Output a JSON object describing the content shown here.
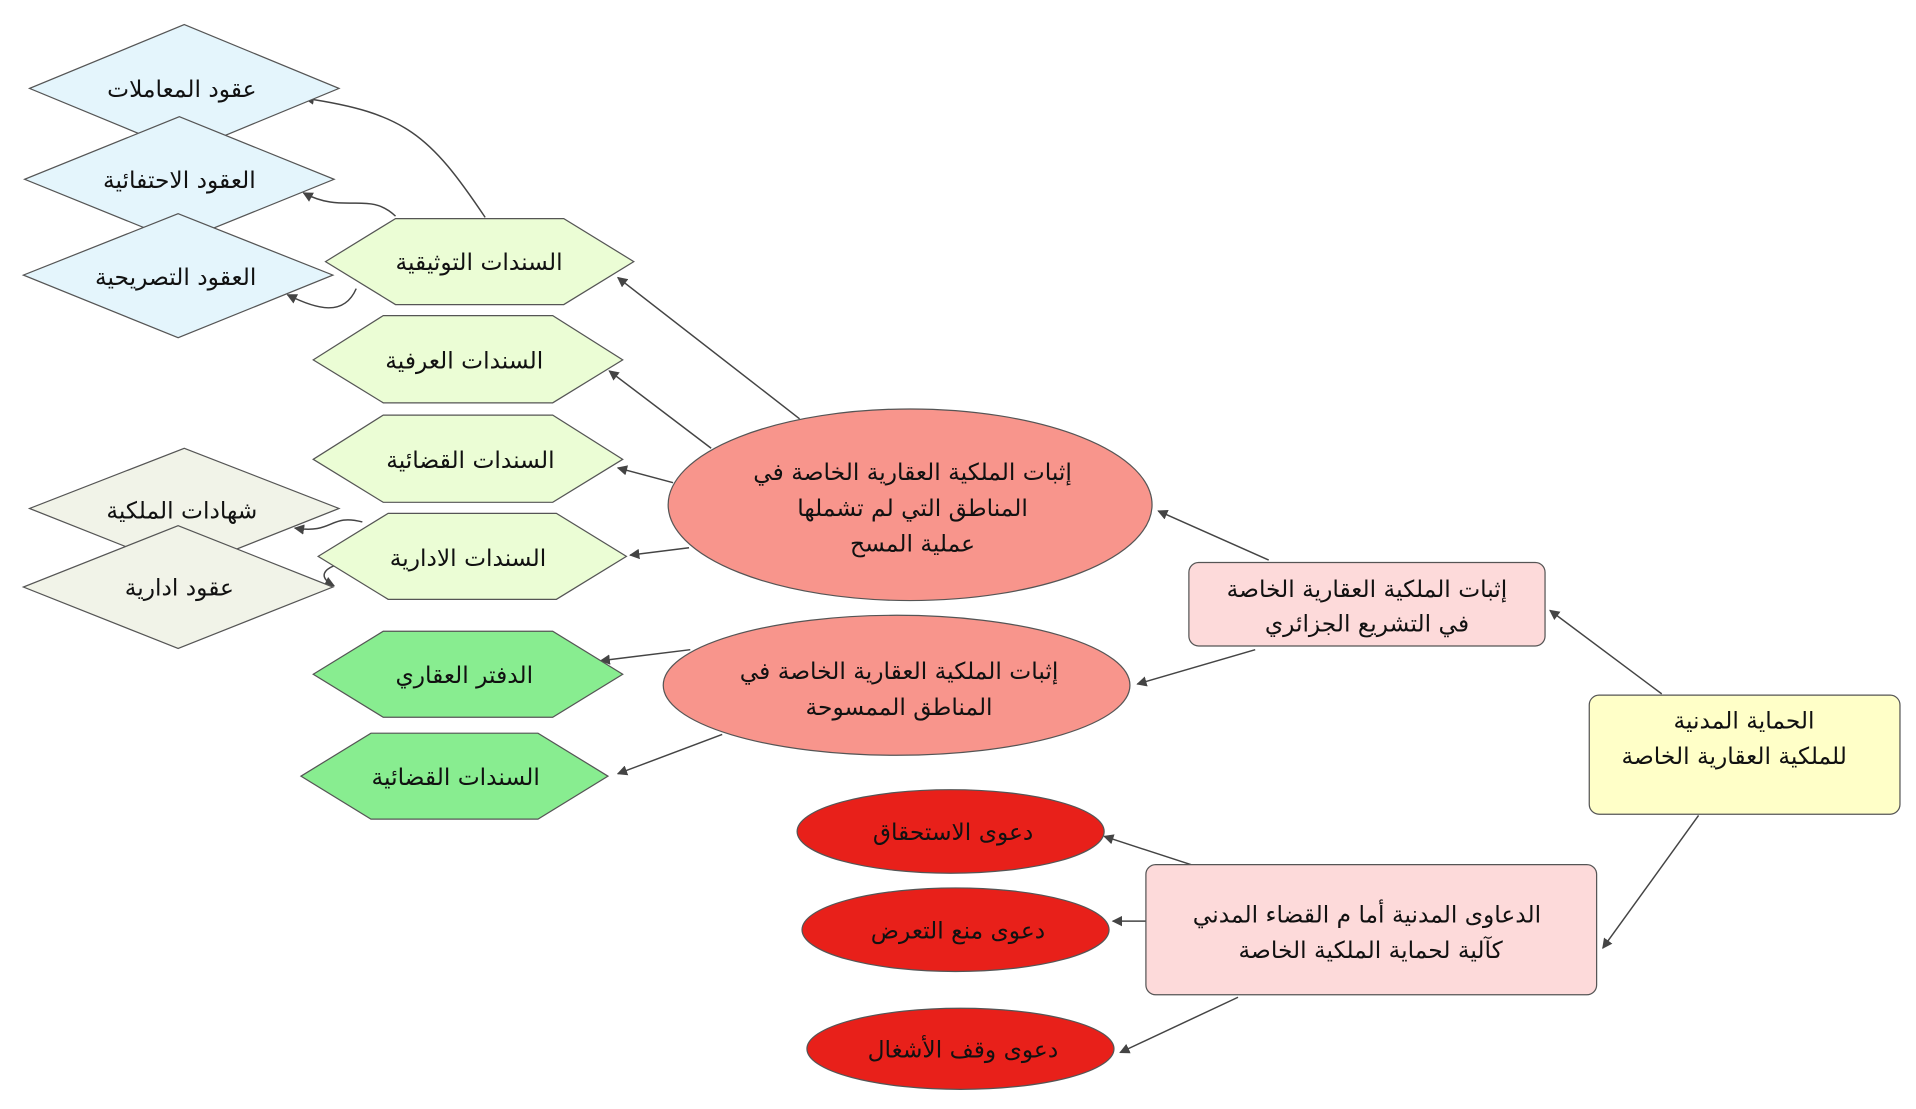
{
  "colors": {
    "root": "#ffffc8",
    "branch": "#fddada",
    "ellipse": "#f8958c",
    "action": "#e8201a",
    "hex_light": "#ebfdd5",
    "hex_dark": "#88ed90",
    "diamond_blue": "#e4f5fc",
    "diamond_gray": "#f1f3e8"
  },
  "nodes": {
    "root": {
      "lines": [
        "الحماية المدنية",
        "للملكية العقارية الخاصة"
      ]
    },
    "proof": {
      "lines": [
        "إثبات الملكية العقارية الخاصة",
        "في التشريع الجزائري"
      ]
    },
    "lawsuits": {
      "lines": [
        "الدعاوى المدنية أما م القضاء المدني",
        "كآلية لحماية الملكية الخاصة"
      ]
    },
    "unsurveyed": {
      "lines": [
        "إثبات الملكية العقارية الخاصة في",
        "المناطق التي لم تشملها",
        "عملية المسح"
      ]
    },
    "surveyed": {
      "lines": [
        "إثبات الملكية العقارية الخاصة في",
        "المناطق  الممسوحة"
      ]
    },
    "claim_ownership": {
      "label": "دعوى الاستحقاق"
    },
    "claim_interference": {
      "label": "دعوى منع التعرض"
    },
    "claim_stop_works": {
      "label": "دعوى وقف الأشغال"
    },
    "notarial_deeds": {
      "label": "السندات التوثيقية"
    },
    "customary_deeds": {
      "label": "السندات العرفية"
    },
    "judicial_deeds": {
      "label": "السندات القضائية"
    },
    "administrative_deeds": {
      "label": "السندات الادارية"
    },
    "land_register": {
      "label": "الدفتر العقاري"
    },
    "judicial_deeds_2": {
      "label": "السندات القضائية"
    },
    "transaction_contracts": {
      "label": "عقود المعاملات"
    },
    "ceremonial_contracts": {
      "label": "العقود الاحتفائية"
    },
    "declarative_contracts": {
      "label": "العقود التصريحية"
    },
    "ownership_certificates": {
      "label": "شهادات الملكية"
    },
    "administrative_contracts": {
      "label": "عقود ادارية"
    }
  }
}
